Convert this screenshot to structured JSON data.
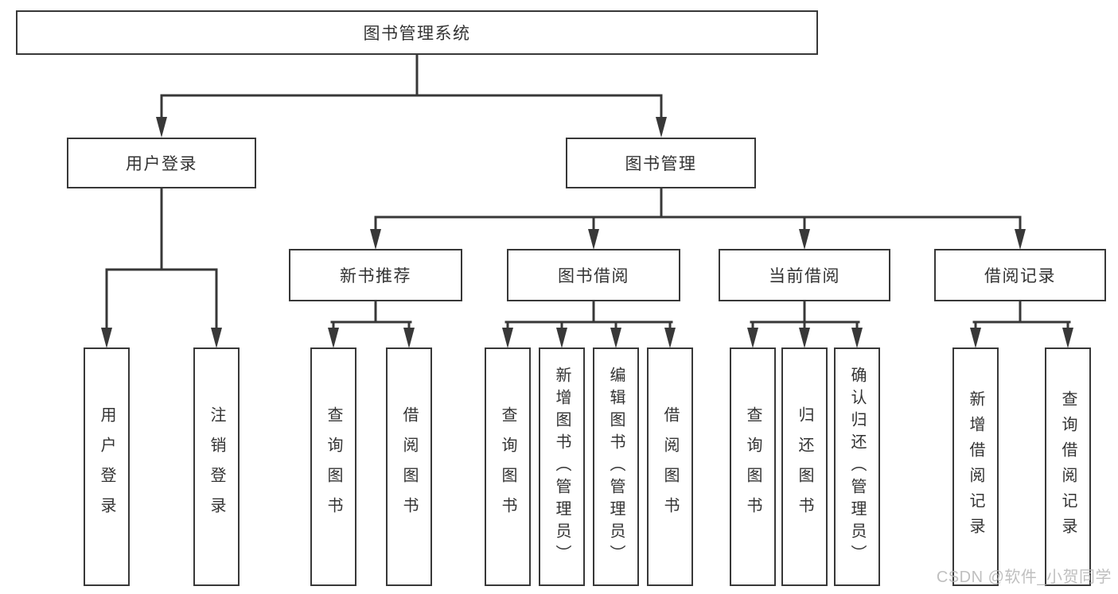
{
  "diagram": {
    "root": {
      "label": "图书管理系统"
    },
    "level2": [
      {
        "label": "用户登录"
      },
      {
        "label": "图书管理"
      }
    ],
    "level3": [
      {
        "label": "新书推荐",
        "parent": "图书管理"
      },
      {
        "label": "图书借阅",
        "parent": "图书管理"
      },
      {
        "label": "当前借阅",
        "parent": "图书管理"
      },
      {
        "label": "借阅记录",
        "parent": "图书管理"
      }
    ],
    "leaves": [
      {
        "label": "用户登录",
        "parent": "用户登录"
      },
      {
        "label": "注销登录",
        "parent": "用户登录"
      },
      {
        "label": "查询图书",
        "parent": "新书推荐"
      },
      {
        "label": "借阅图书",
        "parent": "新书推荐"
      },
      {
        "label": "查询图书",
        "parent": "图书借阅"
      },
      {
        "label": "新增图书（管理员）",
        "parent": "图书借阅"
      },
      {
        "label": "编辑图书（管理员）",
        "parent": "图书借阅"
      },
      {
        "label": "借阅图书",
        "parent": "图书借阅"
      },
      {
        "label": "查询图书",
        "parent": "当前借阅"
      },
      {
        "label": "归还图书",
        "parent": "当前借阅"
      },
      {
        "label": "确认归还（管理员）",
        "parent": "当前借阅"
      },
      {
        "label": "新增借阅记录",
        "parent": "借阅记录"
      },
      {
        "label": "查询借阅记录",
        "parent": "借阅记录"
      }
    ]
  },
  "watermark": {
    "text": "CSDN @软件_小贺同学"
  },
  "colors": {
    "line": "#383838",
    "text": "#333333",
    "watermark": "#b5b5b5",
    "background": "#ffffff"
  }
}
